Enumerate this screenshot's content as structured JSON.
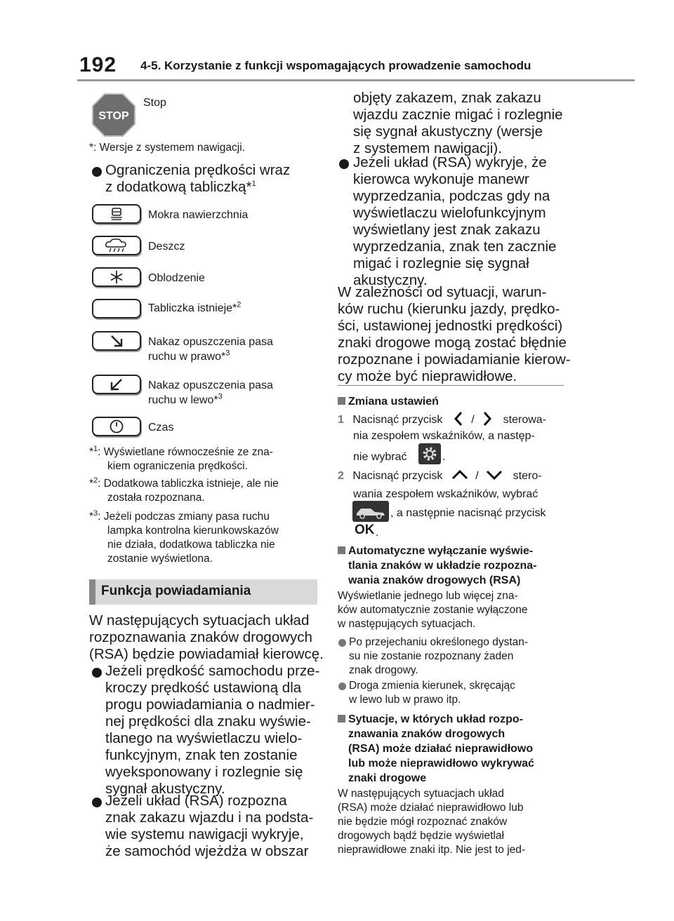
{
  "header": {
    "page_number": "192",
    "title": "4-5. Korzystanie z funkcji wspomagających prowadzenie samochodu"
  },
  "left": {
    "stop_label": "Stop",
    "stop_sign_text": "STOP",
    "nav_note": "*: Wersje z systemem nawigacji.",
    "speed_limits_heading_line1": "Ograniczenia prędkości wraz",
    "speed_limits_heading_line2": "z dodatkową tabliczką*",
    "speed_limits_heading_sup": "1",
    "indicators": [
      {
        "label": "Mokra nawierzchnia",
        "icon": "wet-road-icon"
      },
      {
        "label": "Deszcz",
        "icon": "rain-icon"
      },
      {
        "label": "Oblodzenie",
        "icon": "ice-icon"
      },
      {
        "label": "Tabliczka istnieje*",
        "sup": "2",
        "icon": "blank-plate-icon"
      },
      {
        "label_line1": "Nakaz opuszczenia pasa",
        "label_line2": "ruchu w prawo*",
        "sup": "3",
        "icon": "arrow-down-right-icon"
      },
      {
        "label_line1": "Nakaz opuszczenia pasa",
        "label_line2": "ruchu w lewo*",
        "sup": "3",
        "icon": "arrow-down-left-icon"
      },
      {
        "label": "Czas",
        "icon": "clock-icon"
      }
    ],
    "footnotes": [
      {
        "mark": "*",
        "sup": "1",
        "line1": ": Wyświetlane równocześnie ze zna-",
        "line2": "kiem ograniczenia prędkości."
      },
      {
        "mark": "*",
        "sup": "2",
        "line1": ": Dodatkowa tabliczka istnieje, ale nie",
        "line2": "została rozpoznana."
      },
      {
        "mark": "*",
        "sup": "3",
        "line1": ": Jeżeli podczas zmiany pasa ruchu",
        "line2": "lampka kontrolna kierunkowskazów",
        "line3": "nie działa, dodatkowa tabliczka nie",
        "line4": "zostanie wyświetlona."
      }
    ],
    "section_title": "Funkcja powiadamiania",
    "intro": [
      "W następujących sytuacjach układ",
      "rozpoznawania znaków drogowych",
      "(RSA) będzie powiadamiał kierowcę."
    ],
    "bullet1": [
      "Jeżeli prędkość samochodu prze-",
      "kroczy prędkość ustawioną dla",
      "progu powiadamiania o nadmier-",
      "nej prędkości dla znaku wyświe-",
      "tlanego na wyświetlaczu wielo-",
      "funkcyjnym, znak ten zostanie",
      "wyeksponowany i rozlegnie się",
      "sygnał akustyczny."
    ],
    "bullet2": [
      "Jeżeli układ (RSA) rozpozna",
      "znak zakazu wjazdu i na podsta-",
      "wie systemu nawigacji wykryje,",
      "że samochód wjeżdża w obszar"
    ]
  },
  "right": {
    "bullet2_cont": [
      "objęty zakazem, znak zakazu",
      "wjazdu zacznie migać i rozlegnie",
      "się sygnał akustyczny (wersje",
      "z systemem nawigacji)."
    ],
    "bullet3": [
      "Jeżeli układ (RSA) wykryje, że",
      "kierowca wykonuje manewr",
      "wyprzedzania, podczas gdy na",
      "wyświetlaczu wielofunkcyjnym",
      "wyświetlany jest znak zakazu",
      "wyprzedzania, znak ten zacznie",
      "migać i rozlegnie się sygnał",
      "akustyczny."
    ],
    "para": [
      "W zależności od sytuacji, warun-",
      "ków ruchu (kierunku jazdy, prędko-",
      "ści, ustawionej jednostki prędkości)",
      "znaki drogowe mogą zostać błędnie",
      "rozpoznane i powiadamianie kierow-",
      "cy może być nieprawidłowe."
    ],
    "change_heading": "Zmiana ustawień",
    "step1": {
      "num": "1",
      "a": "Nacisnąć przycisk",
      "slash": "/",
      "b": "sterowa-",
      "line2": "nia zespołem wskaźników, a następ-",
      "line3": "nie wybrać",
      "end": "."
    },
    "step2": {
      "num": "2",
      "a": "Nacisnąć przycisk",
      "slash": "/",
      "b": "stero-",
      "line2": "wania zespołem wskaźników, wybrać",
      "line3": ", a następnie nacisnąć przycisk",
      "ok": "OK",
      "end": "."
    },
    "auto_off_heading": [
      "Automatyczne wyłączanie wyświe-",
      "tlania znaków w układzie rozpozna-",
      "wania znaków drogowych (RSA)"
    ],
    "auto_off_text": [
      "Wyświetlanie jednego lub więcej zna-",
      "ków automatycznie zostanie wyłączone",
      "w następujących sytuacjach."
    ],
    "auto_off_b1": [
      "Po przejechaniu określonego dystan-",
      "su nie zostanie rozpoznany żaden",
      "znak drogowy."
    ],
    "auto_off_b2": [
      "Droga zmienia kierunek, skręcając",
      "w lewo lub w prawo itp."
    ],
    "situations_heading": [
      "Sytuacje, w których układ rozpo-",
      "znawania znaków drogowych",
      "(RSA) może działać nieprawidłowo",
      "lub może nieprawidłowo wykrywać",
      "znaki drogowe"
    ],
    "situations_text": [
      "W następujących sytuacjach układ",
      "(RSA) może działać nieprawidłowo lub",
      "nie będzie mógł rozpoznać znaków",
      "drogowych bądź będzie wyświetlał",
      "nieprawidłowe znaki itp. Nie jest to jed-"
    ]
  }
}
